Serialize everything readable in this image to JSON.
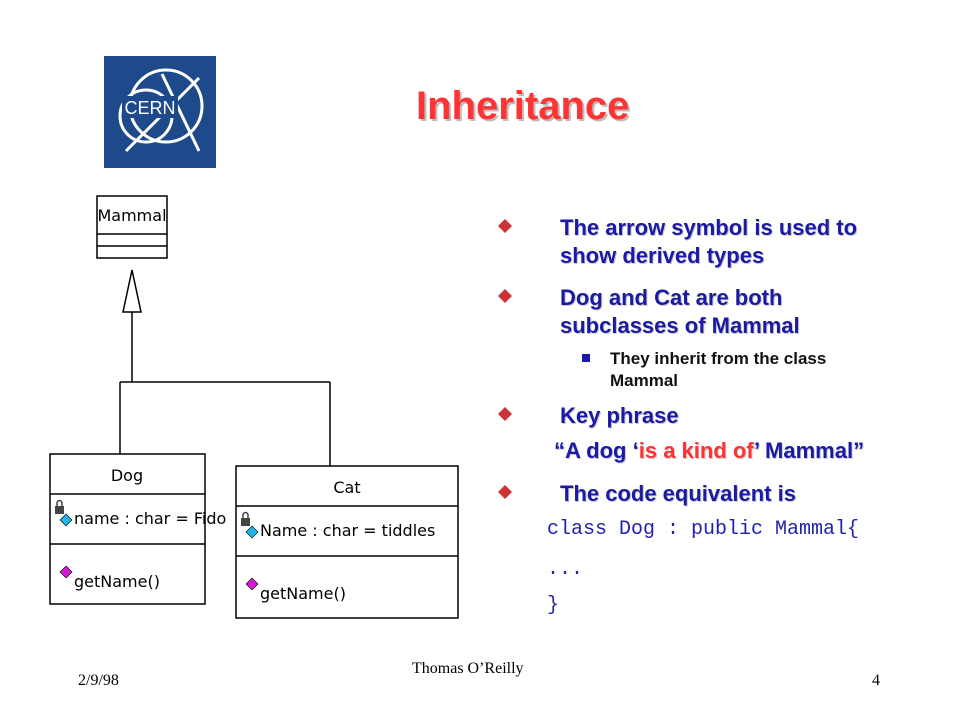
{
  "slide": {
    "title": "Inheritance",
    "logo_text": "CERN",
    "bullets": [
      {
        "line1": "The arrow symbol is used to",
        "line2": "show derived types"
      },
      {
        "line1": "Dog and Cat are both",
        "line2": "subclasses of Mammal"
      }
    ],
    "sub_bullet": {
      "line1": "They inherit from the class",
      "line2": "Mammal"
    },
    "bullet3": "Key phrase",
    "quote": {
      "open": "“A dog ‘",
      "highlight": "is a kind of",
      "close": "’ Mammal”"
    },
    "bullet4": "The code equivalent is",
    "code": [
      "class Dog : public Mammal{",
      "...",
      "}"
    ]
  },
  "uml": {
    "mammal": {
      "name": "Mammal"
    },
    "dog": {
      "name": "Dog",
      "attribute": "name : char = Fido",
      "operation": "getName()"
    },
    "cat": {
      "name": "Cat",
      "attribute": "Name : char = tiddles",
      "operation": "getName()"
    }
  },
  "footer": {
    "date": "2/9/98",
    "author": "Thomas O’Reilly",
    "page": "4"
  },
  "colors": {
    "title": "#ff3333",
    "bullet_text": "#1a1aa6",
    "bullet_marker": "#cc3333",
    "logo_blue": "#1e4a8c"
  }
}
